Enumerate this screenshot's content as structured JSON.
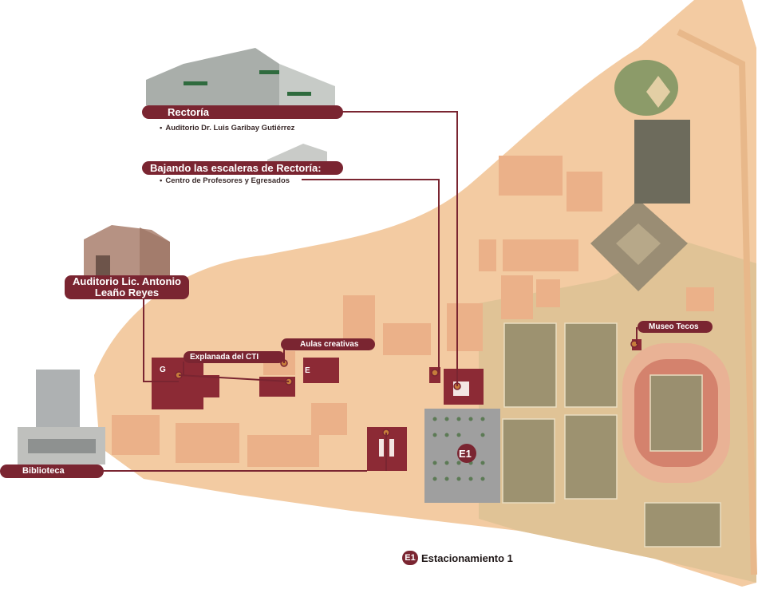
{
  "labels": {
    "rectoria": "Rectoría",
    "rectoria_sub": "Auditorio Dr. Luis Garibay Gutiérrez",
    "bajando": "Bajando las escaleras de Rectoría:",
    "bajando_sub": "Centro de Profesores y Egresados",
    "auditorio_line1": "Auditorio Lic. Antonio",
    "auditorio_line2": "Leaño Reyes",
    "explanada": "Explanada del CTI",
    "aulas": "Aulas creativas",
    "museo": "Museo Tecos",
    "biblioteca": "Biblioteca",
    "building_g": "G",
    "building_e": "E",
    "parking_marker": "E1"
  },
  "legend": {
    "badge": "E1",
    "text": "Estacionamiento 1"
  },
  "colors": {
    "accent": "#7a2531",
    "campus": "#f3cba2",
    "buildings": "#e9b489",
    "grass": "#c9b98d",
    "parking": "#9e9e9e"
  }
}
